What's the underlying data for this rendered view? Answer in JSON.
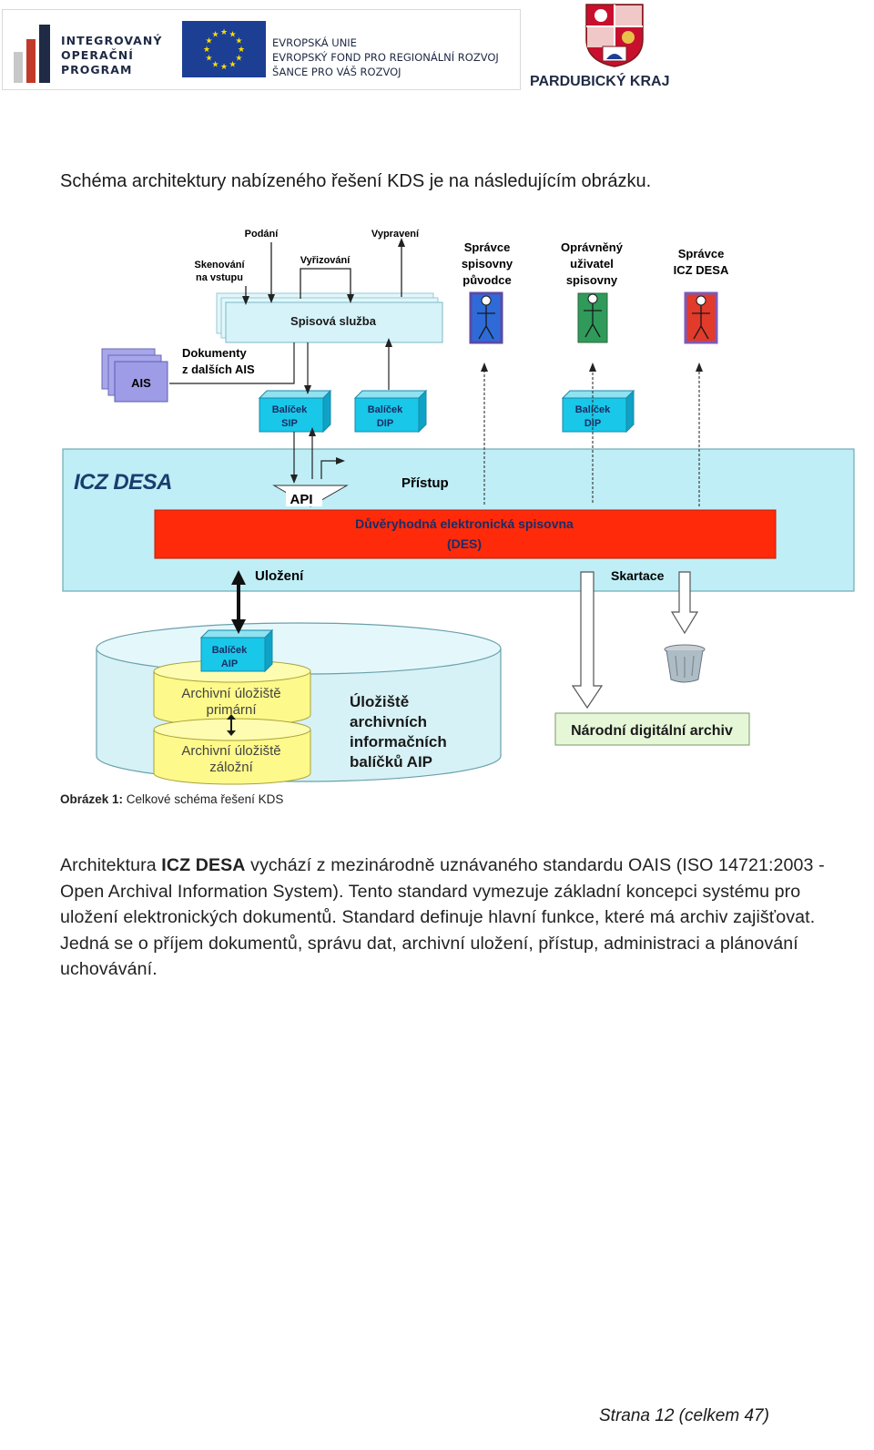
{
  "header": {
    "iop_logo": {
      "lines": [
        "INTEGROVANÝ",
        "OPERAČNÍ",
        "PROGRAM"
      ]
    },
    "eu_logo": {
      "lines": [
        "EVROPSKÁ UNIE",
        "EVROPSKÝ FOND PRO REGIONÁLNÍ ROZVOJ",
        "ŠANCE PRO VÁŠ ROZVOJ"
      ]
    },
    "region": "PARDUBICKÝ KRAJ",
    "colors": {
      "navy": "#1f2a44",
      "eu_blue": "#1c3f94",
      "eu_star": "#ffdd00",
      "iop_red": "#c0392b"
    }
  },
  "intro_text": "Schéma architektury nabízeného řešení KDS je na následujícím obrázku.",
  "diagram": {
    "podani": "Podání",
    "vypraveni": "Vypravení",
    "vyrizovani": "Vyřizování",
    "skenovani": [
      "Skenování",
      "na vstupu"
    ],
    "spisova_sluzba": "Spisová služba",
    "ais": "AIS",
    "dokumenty": [
      "Dokumenty",
      "z dalších AIS"
    ],
    "spravce_spisovny": [
      "Správce",
      "spisovny",
      "původce"
    ],
    "opravneny": [
      "Oprávněný",
      "uživatel",
      "spisovny"
    ],
    "spravce_icz": [
      "Správce",
      "ICZ DESA"
    ],
    "balicek_sip": [
      "Balíček",
      "SIP"
    ],
    "balicek_dip_1": [
      "Balíček",
      "DIP"
    ],
    "balicek_dip_2": [
      "Balíček",
      "DIP"
    ],
    "icz_desa": "ICZ DESA",
    "api": "API",
    "pristup": "Přístup",
    "des": [
      "Důvěryhodná elektronická spisovna",
      "(DES)"
    ],
    "ulozeni": "Uložení",
    "skartace": "Skartace",
    "balicek_aip": [
      "Balíček",
      "AIP"
    ],
    "archiv_primarni": [
      "Archivní úložiště",
      "primární"
    ],
    "archiv_zalozni": [
      "Archivní úložiště",
      "záložní"
    ],
    "uloziste": [
      "Úložiště",
      "archivních",
      "informačních",
      "balíčků AIP"
    ],
    "narodni_archiv": "Národní digitální archiv",
    "colors": {
      "desa_bg": "#bfeef6",
      "des_red": "#ff2a0a",
      "package_cyan": "#19c7e8",
      "cylinder": "#d6f2f6",
      "storage_yellow": "#fdf98a",
      "actor_blue": "#2e6bd8",
      "actor_green": "#2f9a5a",
      "actor_red": "#e23a2b",
      "ais_purple": "#9e9ce6",
      "nda_green": "#e6f7d8"
    }
  },
  "caption": {
    "label": "Obrázek 1:",
    "text": "Celkové schéma řešení KDS"
  },
  "paragraph": {
    "part1": "Architektura ",
    "bold": "ICZ DESA",
    "part2": " vychází z mezinárodně uznávaného standardu OAIS (ISO 14721:2003 - Open Archival Information System). Tento standard vymezuje základní koncepci systému pro uložení elektronických dokumentů. Standard definuje hlavní funkce, které má archiv zajišťovat. Jedná se o příjem dokumentů, správu dat, archivní uložení, přístup, administraci a plánování uchovávání."
  },
  "footer": "Strana 12 (celkem 47)"
}
